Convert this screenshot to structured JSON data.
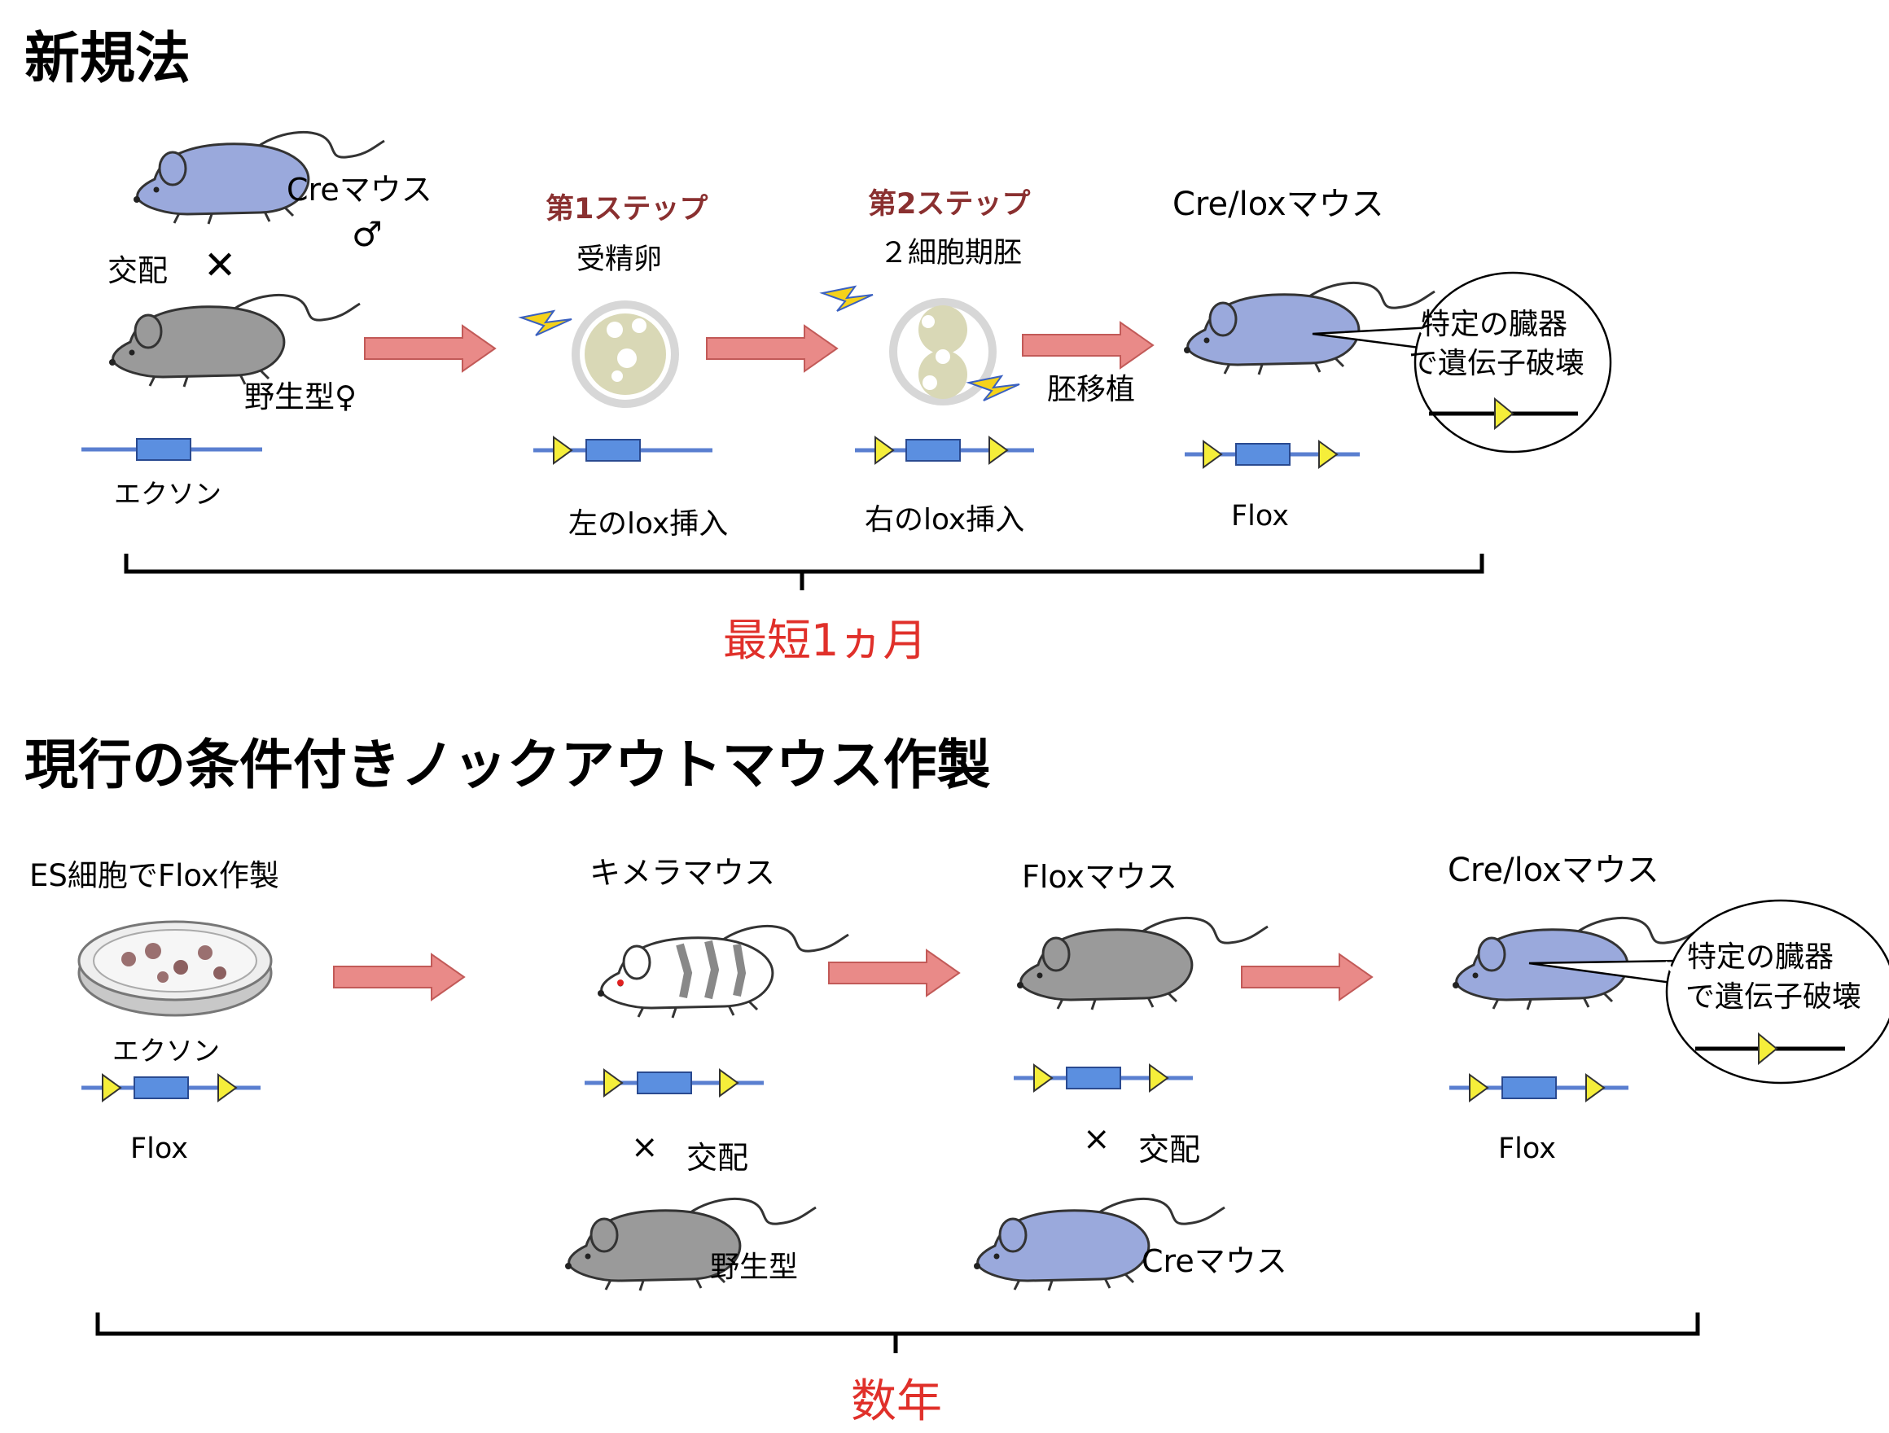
{
  "new_method": {
    "title": "新規法",
    "cre_mouse": "Creマウス",
    "male": "♂",
    "mating": "交配",
    "cross": "✕",
    "wildtype_female": "野生型♀",
    "exon": "エクソン",
    "step1": "第1ステップ",
    "fertilized_egg": "受精卵",
    "left_lox": "左のlox挿入",
    "step2": "第2ステップ",
    "two_cell": "２細胞期胚",
    "right_lox": "右のlox挿入",
    "transfer": "胚移植",
    "cre_lox_mouse": "Cre/loxマウス",
    "flox": "Flox",
    "balloon_line1": "特定の臓器",
    "balloon_line2": "で遺伝子破壊",
    "duration": "最短1ヵ月"
  },
  "current_method": {
    "title": "現行の条件付きノックアウトマウス作製",
    "es_cell": "ES細胞でFlox作製",
    "exon": "エクソン",
    "flox": "Flox",
    "chimera_mouse": "キメラマウス",
    "cross1": "×",
    "mating1": "交配",
    "wildtype": "野生型",
    "flox_mouse": "Floxマウス",
    "cross2": "×",
    "mating2": "交配",
    "cre_mouse": "Creマウス",
    "cre_lox_mouse": "Cre/loxマウス",
    "flox2": "Flox",
    "balloon_line1": "特定の臓器",
    "balloon_line2": "で遺伝子破壊",
    "duration": "数年"
  },
  "colors": {
    "arrow": "#e98a88",
    "exon_box": "#5b8fe0",
    "dna_line": "#5a7fd0",
    "lox": "#f5ee3a",
    "blue_mouse": "#9aa9dc",
    "gray_mouse": "#9a9a9a",
    "duration": "#e0302a",
    "step_label": "#8a3030"
  }
}
